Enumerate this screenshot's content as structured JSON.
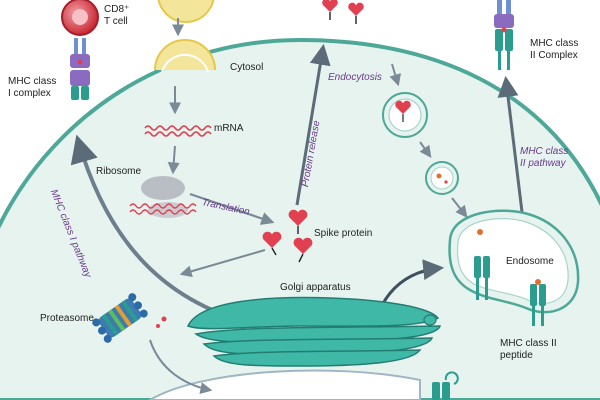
{
  "labels": {
    "cd8_t_cell": "CD8⁺\nT cell",
    "mhc_class_i_complex": "MHC class\nI complex",
    "cytosol": "Cytosol",
    "mrna": "mRNA",
    "ribosome": "Ribosome",
    "translation": "Translation",
    "spike_protein": "Spike protein",
    "proteasome": "Proteasome",
    "golgi_apparatus": "Golgi apparatus",
    "protein_release": "Protein release",
    "endocytosis": "Endocytosis",
    "mhc_class_ii_complex": "MHC class\nII Complex",
    "mhc_class_ii_pathway": "MHC class\nII pathway",
    "mhc_class_i_pathway": "MHC class I pathway",
    "endosome": "Endosome",
    "mhc_class_ii_peptide": "MHC class II\npeptide"
  },
  "colors": {
    "cell_fill": "#e6f3ef",
    "membrane": "#4ea898",
    "mhc_teal": "#2a9d8f",
    "mhc_purple": "#8a6bbf",
    "golgi": "#3fb8a8",
    "golgi_dark": "#237d72",
    "t_cell": "#d8343e",
    "spike": "#e04050",
    "mrna": "#e04050",
    "arrow": "#7a8a96",
    "pathway_text": "#6a3a8c",
    "vesicle_yellow": "#f3e59a"
  },
  "icons": [
    "t-cell-icon",
    "mhc-class-i-icon",
    "mhc-class-ii-icon",
    "ribosome-icon",
    "mrna-icon",
    "spike-protein-icon",
    "proteasome-icon",
    "golgi-icon",
    "endosome-icon",
    "vesicle-icon"
  ]
}
